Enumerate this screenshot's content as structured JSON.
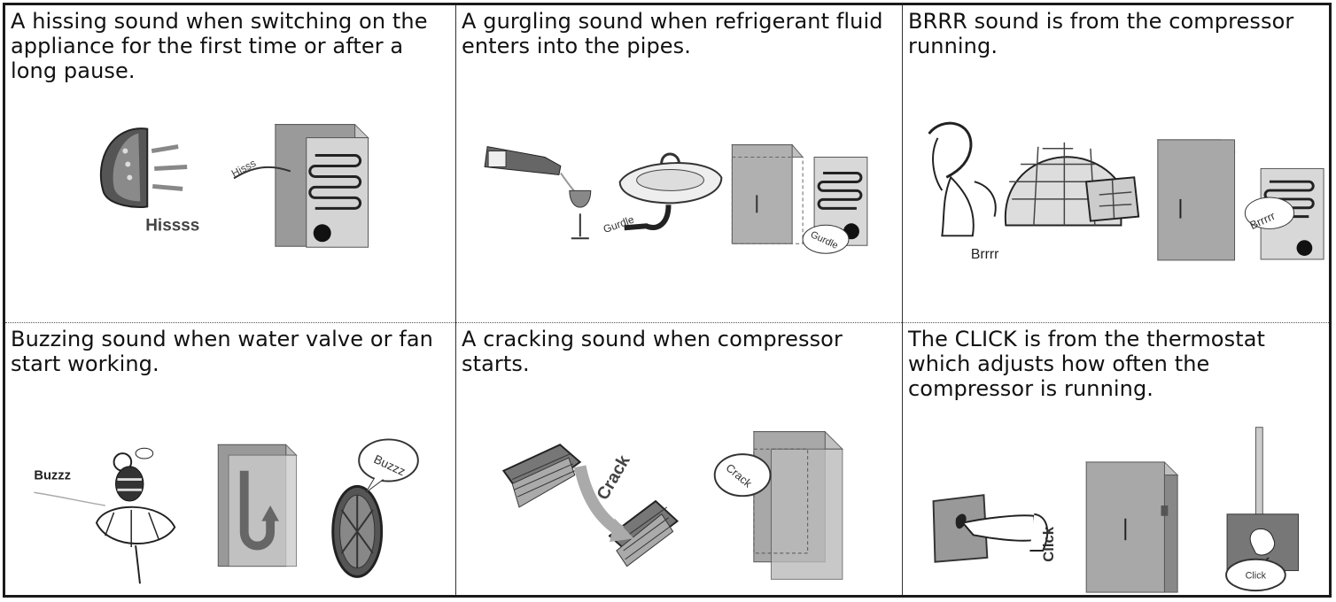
{
  "cells": [
    {
      "caption": "A hissing sound when switching on the appliance for the first time or after a long pause.",
      "sound_labels": [
        "Hissss",
        "Hisss"
      ],
      "icons": [
        "iron-icon",
        "fridge-coil-icon"
      ]
    },
    {
      "caption": "A gurgling sound when refrigerant fluid enters into the pipes.",
      "sound_labels": [
        "Gurdle",
        "Gurdle"
      ],
      "icons": [
        "wine-bottle-icon",
        "sink-icon",
        "fridge-icon"
      ]
    },
    {
      "caption": "BRRR sound is from the compressor running.",
      "sound_labels": [
        "Brrrr",
        "Brrrrr"
      ],
      "icons": [
        "shivering-woman-icon",
        "igloo-icon",
        "fridge-icon"
      ]
    },
    {
      "caption": "Buzzing sound when water valve or fan start working.",
      "sound_labels": [
        "Buzzz",
        "Buzzz"
      ],
      "icons": [
        "bee-icon",
        "fridge-airflow-icon",
        "fan-icon"
      ]
    },
    {
      "caption": "A cracking sound when compressor starts.",
      "sound_labels": [
        "Crack",
        "Crack"
      ],
      "icons": [
        "wood-logs-icon",
        "fridge-icon"
      ]
    },
    {
      "caption": "The CLICK is from the thermostat which adjusts how often the compressor is running.",
      "sound_labels": [
        "Click",
        "Click"
      ],
      "icons": [
        "switch-finger-icon",
        "fridge-icon",
        "thermometer-icon"
      ]
    }
  ]
}
